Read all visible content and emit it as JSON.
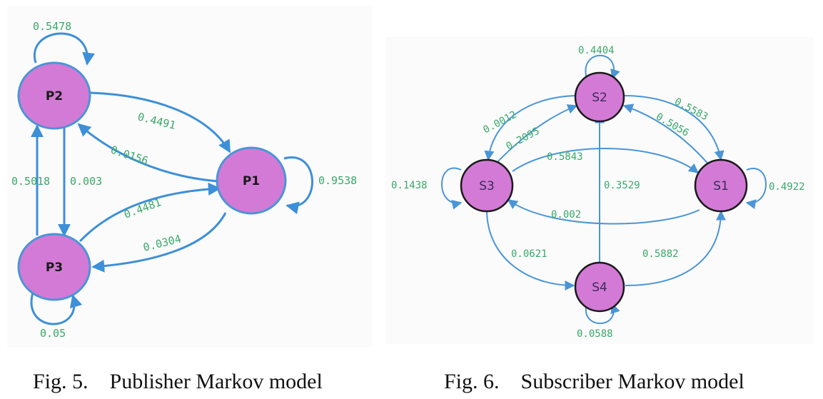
{
  "fig5": {
    "caption_num": "Fig. 5.",
    "caption_text": "Publisher Markov model",
    "nodes": {
      "p1": "P1",
      "p2": "P2",
      "p3": "P3"
    },
    "edges": {
      "p2_p2": "0.5478",
      "p2_p1": "0.4491",
      "p1_p2": "0.0156",
      "p1_p1": "0.9538",
      "p3_p2": "0.5018",
      "p2_p3": "0.003",
      "p3_p1": "0.4481",
      "p1_p3": "0.0304",
      "p3_p3": "0.05"
    }
  },
  "fig6": {
    "caption_num": "Fig. 6.",
    "caption_text": "Subscriber Markov model",
    "nodes": {
      "s1": "S1",
      "s2": "S2",
      "s3": "S3",
      "s4": "S4"
    },
    "edges": {
      "s2_s2": "0.4404",
      "s2_s3": "0.0012",
      "s3_s2": "0.2095",
      "s2_s1": "0.5583",
      "s1_s2": "0.5056",
      "s3_s1": "0.5843",
      "s3_s3": "0.1438",
      "s4_s2": "0.3529",
      "s1_s1": "0.4922",
      "s1_s3": "0.002",
      "s3_s4": "0.0621",
      "s4_s1": "0.5882",
      "s4_s4": "0.0588"
    }
  },
  "colors": {
    "node_fill": "#d37ad6",
    "edge": "#3d8fd8",
    "label": "#3aa86a"
  }
}
